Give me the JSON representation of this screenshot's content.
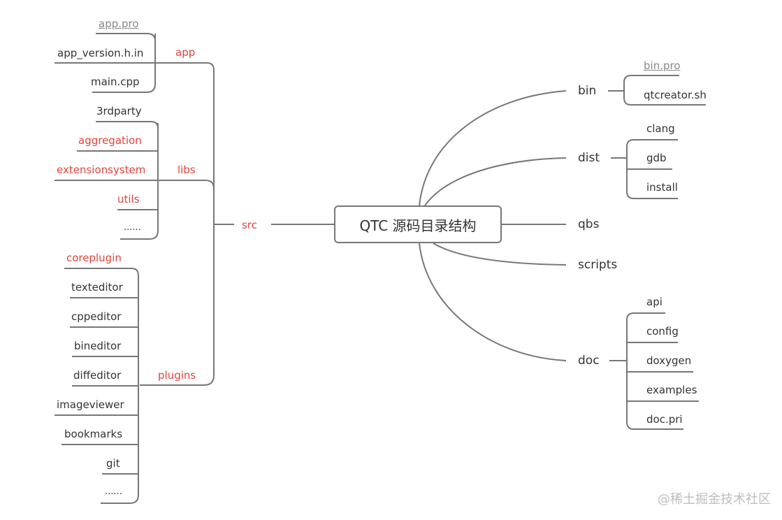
{
  "root": {
    "label": "QTC 源码目录结构"
  },
  "left": {
    "src": {
      "label": "src"
    },
    "app": {
      "label": "app",
      "children": [
        "app.pro",
        "app_version.h.in",
        "main.cpp"
      ]
    },
    "libs": {
      "label": "libs",
      "children": [
        "3rdparty",
        "aggregation",
        "extensionsystem",
        "utils",
        "......"
      ]
    },
    "plugins": {
      "label": "plugins",
      "children": [
        "coreplugin",
        "texteditor",
        "cppeditor",
        "bineditor",
        "diffeditor",
        "imageviewer",
        "bookmarks",
        "git",
        "......"
      ]
    }
  },
  "right": {
    "bin": {
      "label": "bin",
      "children": [
        "bin.pro",
        "qtcreator.sh"
      ]
    },
    "dist": {
      "label": "dist",
      "children": [
        "clang",
        "gdb",
        "install"
      ]
    },
    "qbs": {
      "label": "qbs"
    },
    "scripts": {
      "label": "scripts"
    },
    "doc": {
      "label": "doc",
      "children": [
        "api",
        "config",
        "doxygen",
        "examples",
        "doc.pri"
      ]
    }
  },
  "watermark": "@稀土掘金技术社区",
  "colors": {
    "highlight": "#e0443a",
    "line": "#777777",
    "text": "#333333",
    "muted": "#888888"
  }
}
